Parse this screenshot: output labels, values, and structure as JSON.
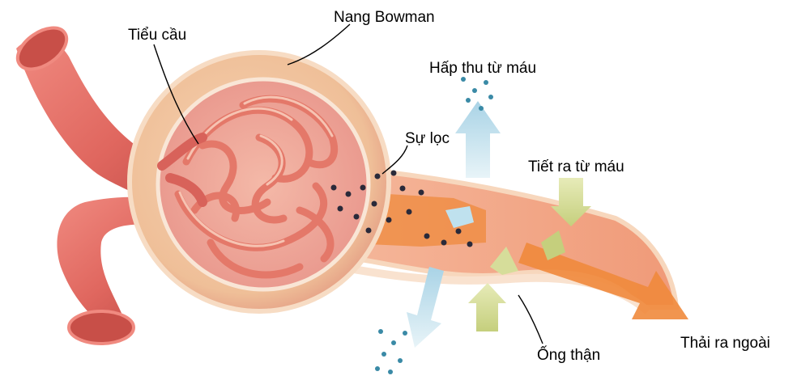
{
  "labels": {
    "glomerulus": "Tiểu cầu",
    "bowman_capsule": "Nang Bowman",
    "reabsorption": "Hấp thu từ máu",
    "filtration": "Sự lọc",
    "secretion": "Tiết ra từ máu",
    "tubule": "Ống thận",
    "excretion": "Thải ra ngoài"
  },
  "colors": {
    "vessel": "#e0675f",
    "vessel_dark": "#b84540",
    "capsule": "#f4c9a4",
    "tubule": "#f3a987",
    "filtrate": "#ef8a3c",
    "reabsorb_arrow": "#bfe1ee",
    "secrete_arrow": "#d6dd9a",
    "particle": "#3a8aa6"
  }
}
